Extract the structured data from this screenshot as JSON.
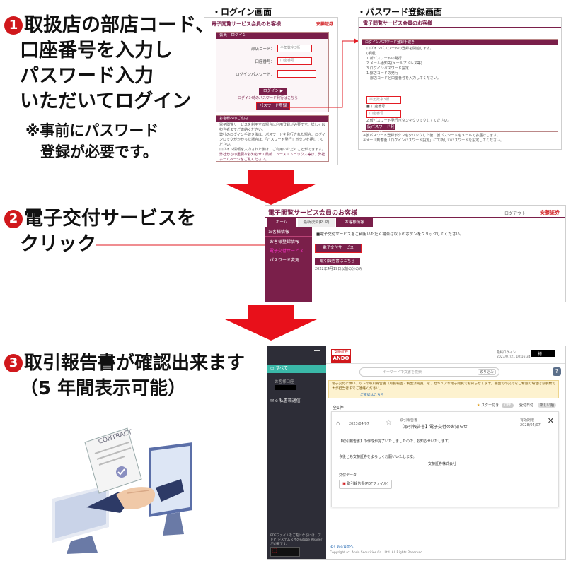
{
  "steps": [
    {
      "num": "1",
      "lines": [
        "取扱店の部店コード、",
        "口座番号を入力し",
        "パスワード入力",
        "いただいてログイン"
      ]
    },
    {
      "num": "2",
      "lines": [
        "電子交付サービスを",
        "クリック"
      ]
    },
    {
      "num": "3",
      "lines": [
        "取引報告書が確認出来ます",
        "（5 年間表示可能）"
      ]
    }
  ],
  "note": [
    "※事前にパスワード",
    "　登録が必要です。"
  ],
  "captions": {
    "login": "・ログイン画面",
    "password": "・パスワード登録画面"
  },
  "login_screen": {
    "title": "電子閲覧サービス会員のお客様",
    "logo": "安藤証券",
    "panel_header": "会員　ログイン",
    "labels": [
      "部店コード：",
      "口座番号：",
      "ログインパスワード："
    ],
    "placeholders": [
      "半角数字3桁",
      "口座番号",
      ""
    ],
    "login_button": "ログイン ▶",
    "forgot": "ログイン時のパスワード発行はこちら",
    "pw_button": "パスワード登録",
    "notice_header": "お客様へのご案内",
    "notice_lines": [
      "電子閲覧サービスを利用する場合は利用登録が必要です。詳しくは担当者までご連絡ください。",
      "弊社のログイン手続き後は、パスワードを発行された場合、ログインロックがかかった場合は、「パスワード発行」ボタンを押してください。",
      "ログイン情報を入力された後は、ご利用いただくことができます。",
      "弊社からの重要なお知らせ・最新ニュース・トピックス等は、弊社ホームページをご覧ください。"
    ]
  },
  "password_screen": {
    "title": "電子閲覧サービス会員のお客様",
    "panel_header": "ログインパスワード登録手続き",
    "lines": [
      "ログインパスワードの登録を開始します。",
      "(手順)",
      "1.新パスワードの発行",
      "2.メール通知先(メールアドレス等)",
      "3.ログインパスワード設定",
      "",
      "1.部店コードの発行",
      "　部店コードと口座番号を入力してください。"
    ],
    "field1": "半角数字3桁",
    "line_mid": "■ 口座番号",
    "field2": "口座番号",
    "line_after": "2.仮パスワード発行ボタンをクリックしてください。",
    "button": "仮パスワード発行",
    "footer": [
      "※仮パスワード登録ボタンをクリックした後、仮パスワードをメールでお届けします。",
      "※メール到着後「ログインパスワード設定」にて新しいパスワードを設定してください。"
    ]
  },
  "service_screen": {
    "title": "電子閲覧サービス会員のお客様",
    "logout": "ログアウト",
    "logo": "安藤証券",
    "tabs": [
      "ホーム",
      "最新決済(PUP)",
      "お客様情報"
    ],
    "side_header": "お客様情報",
    "side_items": [
      "お客様登録情報",
      "電子交付サービス",
      "パスワード変更"
    ],
    "message": "■電子交付サービスをご利用いただく場合は以下のボタンをクリックしてください。",
    "service_button": "電子交付サービス",
    "report_button": "取引報告書はこちら",
    "date_note": "2022年4月19日以前の分のみ"
  },
  "app": {
    "logo_top": "安藤証券",
    "logo_bottom": "ANDO",
    "header_right_1": "最終ログイン",
    "header_right_2": "2023/07/21 10:16:34",
    "header_name": "様",
    "menu_top": "すべて",
    "side_label": "お客様口座",
    "side_item": "e-私書箱通信",
    "side_footer": "PDFファイルをご覧になるには、アドビ システムズ社のAdobe Readerが必要です。",
    "search_placeholder": "キーワードで文書を検索",
    "search_button": "絞り込み",
    "notice": "電子交付に伴い、以下の取引報告書（取扱報告・検出済売買）を、セキュアな電子閲覧でお知らせします。書面での交付をご希望の場合はお手数ですが担当者までご連絡ください。",
    "notice_link": "ご確認はこちら",
    "count": "全1件",
    "star_label": "スター付き",
    "toggle_off": "OFF",
    "period_label": "受付日付",
    "new_label": "新しい順",
    "doc_date": "2023/04/07",
    "doc_category": "取引報告書",
    "doc_title": "【取引報告書】電子交付のお知らせ",
    "deadline_label": "有効期限",
    "deadline_date": "2028/04/07",
    "body_line1": "【取引報告書】の作成が完了いたしましたので、お知らせいたします。",
    "body_line2": "今後とも安藤証券をよろしくお願いいたします。",
    "signature": "安藤証券株式会社",
    "attach_label": "交付データ",
    "attach_file": "取引報告書(PDFファイル)",
    "footer_link": "よくある質問へ",
    "copyright": "Copyright (c) Ando Securities Co., Ltd. All Rights Reserved"
  },
  "illustration": {
    "document_word": "CONTRACT"
  },
  "colors": {
    "accent_red": "#e8101a",
    "maroon": "#7a1f4a",
    "teal": "#3ab8a8",
    "dark_sidebar": "#2d2d37"
  }
}
